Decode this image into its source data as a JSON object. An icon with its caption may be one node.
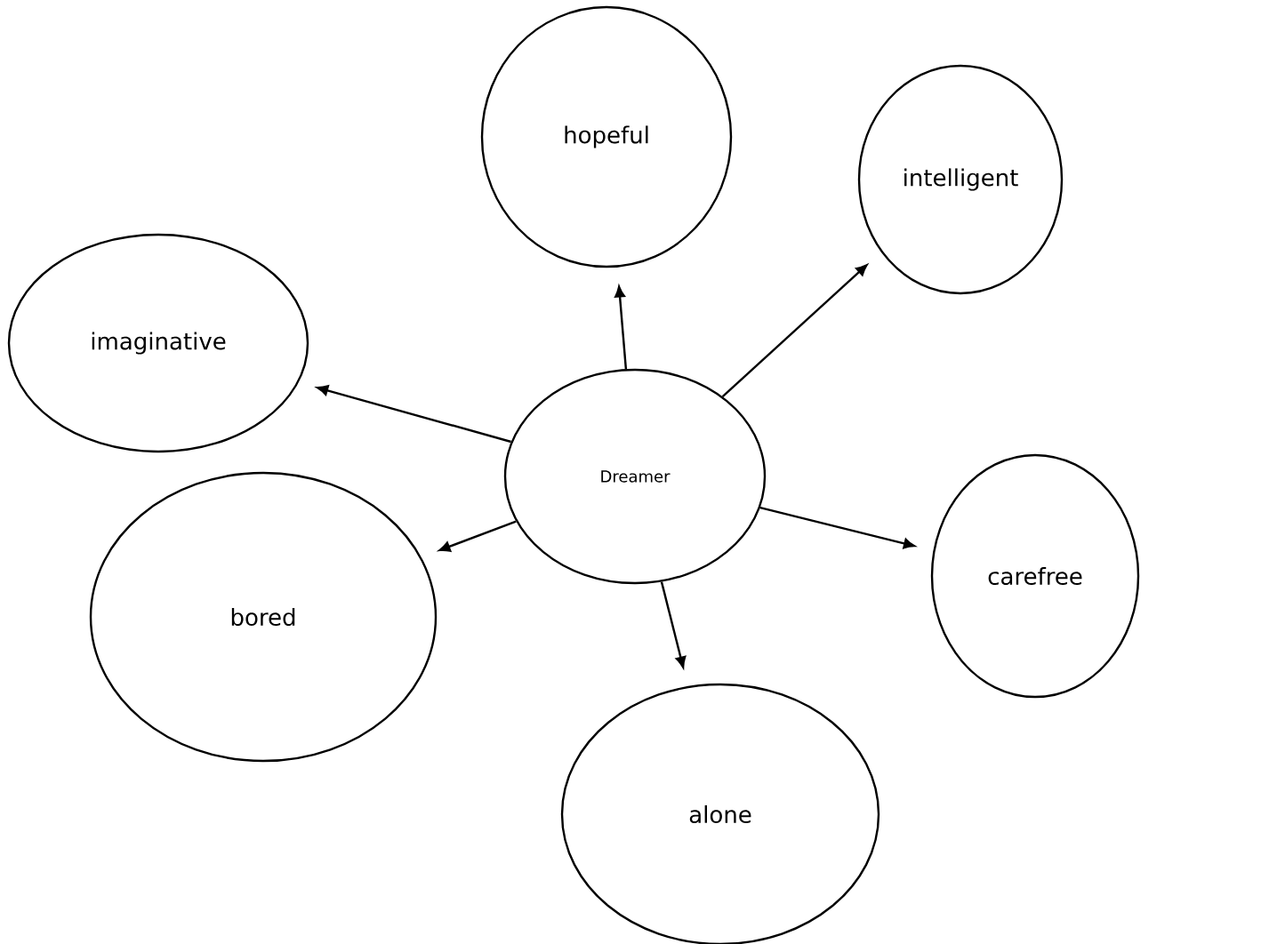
{
  "diagram": {
    "nodes": [
      {
        "text": [
          "hopeful"
        ]
      },
      {
        "text": [
          "intelligent"
        ]
      },
      {
        "text": [
          "imaginative"
        ]
      },
      {
        "text": [
          "Dreamer"
        ]
      },
      {
        "text": [
          "carefree"
        ]
      },
      {
        "text": [
          "bored"
        ]
      },
      {
        "text": [
          "alone"
        ]
      }
    ],
    "edges": [
      {
        "from": 3,
        "to": 0,
        "arrow": "to"
      },
      {
        "from": 3,
        "to": 1,
        "arrow": "to"
      },
      {
        "from": 3,
        "to": 2,
        "arrow": "to"
      },
      {
        "from": 3,
        "to": 4,
        "arrow": "to"
      },
      {
        "from": 3,
        "to": 5,
        "arrow": "to"
      },
      {
        "from": 3,
        "to": 6,
        "arrow": "to"
      }
    ]
  }
}
